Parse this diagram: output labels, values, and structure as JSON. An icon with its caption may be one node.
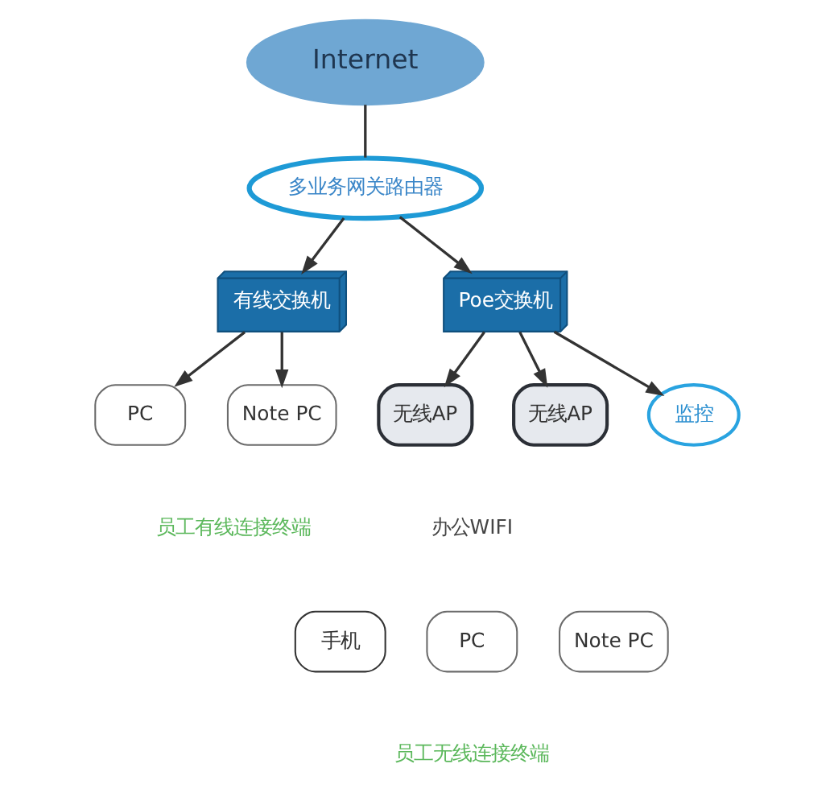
{
  "diagram": {
    "nodes": [
      {
        "text": [
          "Internet"
        ]
      },
      {
        "text": [
          "多业务网关路由器"
        ]
      },
      {
        "text": [
          "有线交换机"
        ]
      },
      {
        "text": [
          "Poe交换机"
        ]
      },
      {
        "text": [
          "PC"
        ]
      },
      {
        "text": [
          "Note PC"
        ]
      },
      {
        "text": [
          "无线AP"
        ]
      },
      {
        "text": [
          "无线AP"
        ]
      },
      {
        "text": [
          "监控"
        ]
      },
      {
        "text": [
          "手机"
        ]
      },
      {
        "text": [
          "PC"
        ]
      },
      {
        "text": [
          "Note PC"
        ]
      }
    ],
    "edges": [
      {
        "from": 0,
        "to": 1,
        "arrow": "none"
      },
      {
        "from": 1,
        "to": 2,
        "arrow": "to"
      },
      {
        "from": 1,
        "to": 3,
        "arrow": "to"
      },
      {
        "from": 2,
        "to": 4,
        "arrow": "to"
      },
      {
        "from": 2,
        "to": 5,
        "arrow": "to"
      },
      {
        "from": 3,
        "to": 6,
        "arrow": "to"
      },
      {
        "from": 3,
        "to": 7,
        "arrow": "to"
      },
      {
        "from": 3,
        "to": 8,
        "arrow": "to"
      }
    ],
    "labels": [
      "员工有线连接终端",
      "办公WIFI",
      "员工无线连接终端"
    ]
  }
}
